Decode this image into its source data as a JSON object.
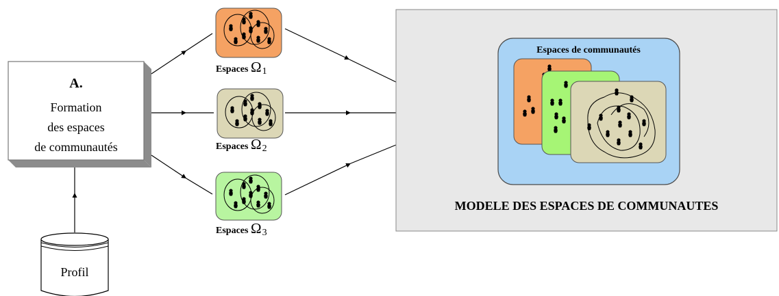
{
  "process_box": {
    "letter": "A.",
    "line1": "Formation",
    "line2": "des espaces",
    "line3": "de communautés"
  },
  "database": {
    "label": "Profil"
  },
  "spaces": [
    {
      "prefix": "Espaces ",
      "symbol": "Ω",
      "index": "1",
      "color": "#F5A263"
    },
    {
      "prefix": "Espaces ",
      "symbol": "Ω",
      "index": "2",
      "color": "#DCD7B6"
    },
    {
      "prefix": "Espaces ",
      "symbol": "Ω",
      "index": "3",
      "color": "#B8F5A0"
    }
  ],
  "model": {
    "title": "MODELE DES ESPACES DE COMMUNAUTES",
    "inner_label": "Espaces de communautés",
    "panel_color": "#E8E8E8",
    "inner_color": "#A9D3F5",
    "card_colors": [
      "#F5A263",
      "#A6F575",
      "#DCD7B6"
    ]
  }
}
